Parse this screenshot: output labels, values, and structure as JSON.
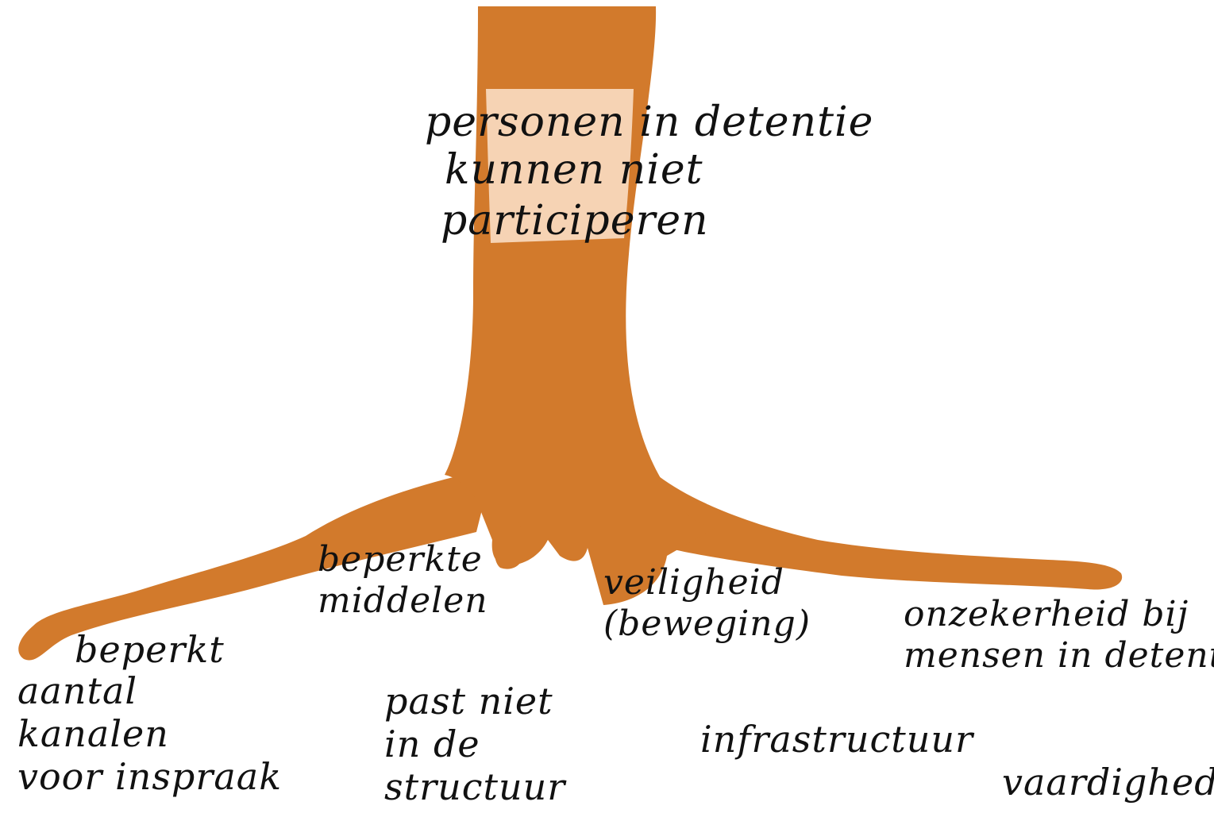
{
  "colors": {
    "trunk": "#D27A2C",
    "band": "#F6D3B4",
    "ink": "#111111",
    "background": "#FFFFFF"
  },
  "trunk_label": {
    "lines": [
      "personen in detentie",
      "kunnen niet",
      "participeren"
    ]
  },
  "root_labels": {
    "beperkte_middelen": [
      "beperkte",
      "middelen"
    ],
    "veiligheid": [
      "veiligheid",
      "(beweging)"
    ],
    "onzekerheid": [
      "onzekerheid bij",
      "mensen in detentie"
    ]
  },
  "ground_labels": {
    "beperkt_aantal": [
      "beperkt",
      "aantal",
      "kanalen",
      "voor inspraak"
    ],
    "past_niet": [
      "past niet",
      "in de",
      "structuur"
    ],
    "infrastructuur": "infrastructuur",
    "vaardigheden": "vaardigheden"
  }
}
